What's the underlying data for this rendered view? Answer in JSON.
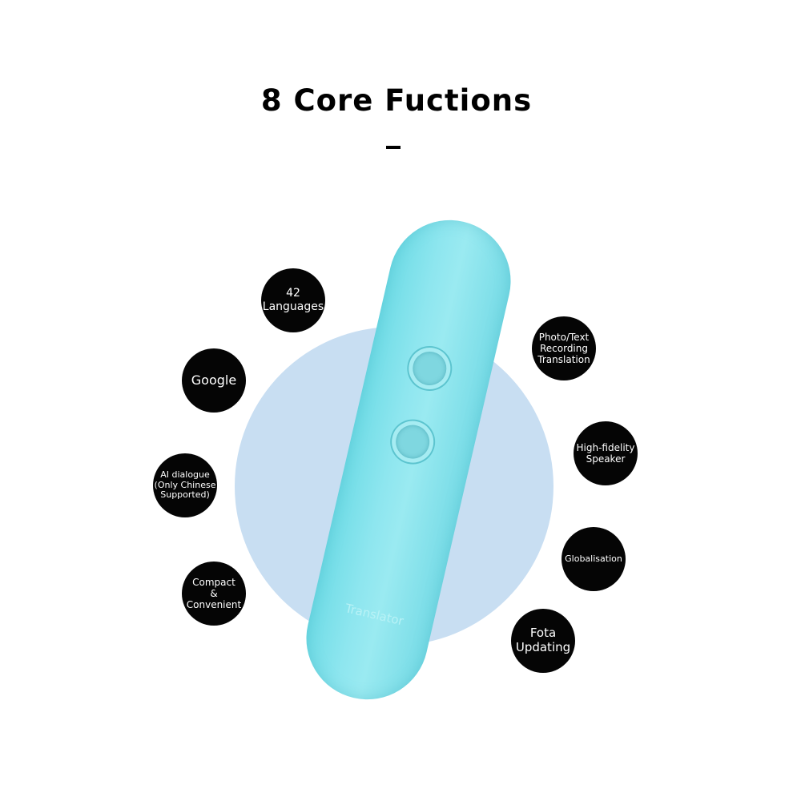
{
  "header": {
    "title": "8 Core Fuctions"
  },
  "product": {
    "brand_text": "Translator",
    "device_color": "#8ee6ef",
    "backdrop_color": "#c8def2"
  },
  "features": [
    {
      "id": "languages",
      "label": "42\nLanguages"
    },
    {
      "id": "google",
      "label": "Google"
    },
    {
      "id": "ai-dialogue",
      "label": "AI dialogue\n(Only Chinese\nSupported)"
    },
    {
      "id": "compact",
      "label": "Compact\n&\nConvenient"
    },
    {
      "id": "photo-text",
      "label": "Photo/Text\nRecording\nTranslation"
    },
    {
      "id": "speaker",
      "label": "High-fidelity\nSpeaker"
    },
    {
      "id": "globalisation",
      "label": "Globalisation"
    },
    {
      "id": "fota",
      "label": "Fota\nUpdating"
    }
  ]
}
